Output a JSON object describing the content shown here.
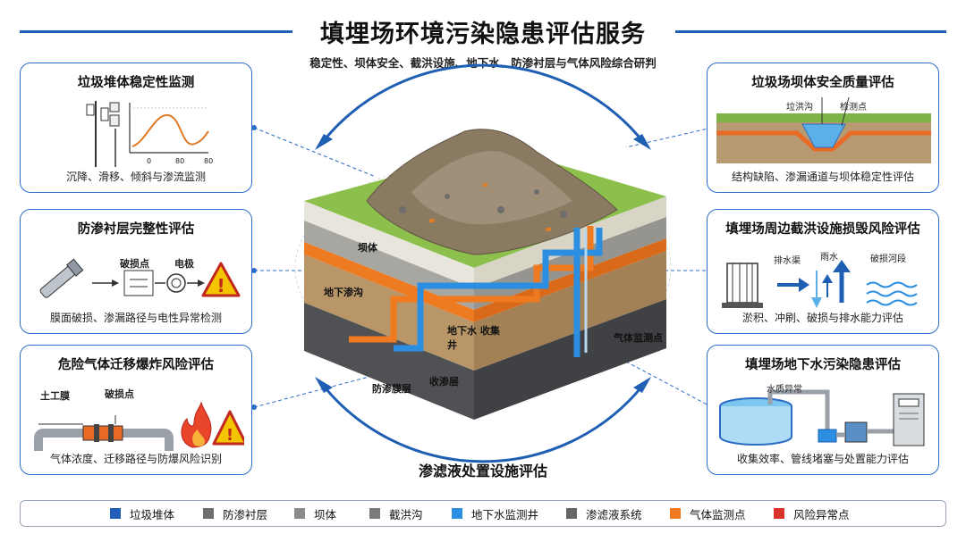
{
  "header": {
    "title": "填埋场环境污染隐患评估服务",
    "subtitle": "稳定性、坝体安全、截洪设施、地下水、防渗衬层与气体风险综合研判"
  },
  "cards": {
    "landfill_stability": {
      "title": "垃圾堆体稳定性监测",
      "desc": "沉降、滑移、倾斜与渗流监测",
      "tick_labels": [
        "0",
        "80",
        "80"
      ]
    },
    "liner_integrity": {
      "title": "防渗衬层完整性评估",
      "desc": "膜面破损、渗漏路径与电性异常检测",
      "label_damage": "破损点",
      "label_electrode": "电极"
    },
    "gas_migration": {
      "title": "危险气体迁移爆炸风险评估",
      "desc": "气体浓度、迁移路径与防爆风险识别",
      "label_geomembrane": "土工膜",
      "label_damage": "破损点"
    },
    "dam_safety": {
      "title": "垃圾场坝体安全质量评估",
      "desc": "结构缺陷、渗漏通道与坝体稳定性评估",
      "label_ditch": "垃洪沟",
      "label_point": "检测点"
    },
    "flood_interception": {
      "title": "填埋场周边截洪设施损毁风险评估",
      "desc": "淤积、冲刷、破损与排水能力评估",
      "label_channel": "排水渠",
      "label_rain": "雨水",
      "label_damage": "破损河段"
    },
    "groundwater": {
      "title": "填埋场地下水污染隐患评估",
      "desc": "收集效率、管线堵塞与处置能力评估",
      "label_quality": "水质异常"
    }
  },
  "center": {
    "layer_dam": "坝体",
    "layer_groundwater": "地下渗沟",
    "layer_well": "地下水 收集井",
    "layer_gas": "气体监测点",
    "layer_liner": "防渗膜层",
    "layer_leachate": "收渗层",
    "caption": "渗滤液处置设施评估"
  },
  "legend": {
    "items": [
      {
        "label": "垃圾堆体",
        "color": "#1f5fb8"
      },
      {
        "label": "防渗衬层",
        "color": "#6e6e6e"
      },
      {
        "label": "坝体",
        "color": "#8a8a8a"
      },
      {
        "label": "截洪沟",
        "color": "#7a7a7a"
      },
      {
        "label": "地下水监测井",
        "color": "#2b8ee0"
      },
      {
        "label": "渗滤液系统",
        "color": "#666666"
      },
      {
        "label": "气体监测点",
        "color": "#f07a1f"
      },
      {
        "label": "风险异常点",
        "color": "#d9322b"
      }
    ]
  }
}
